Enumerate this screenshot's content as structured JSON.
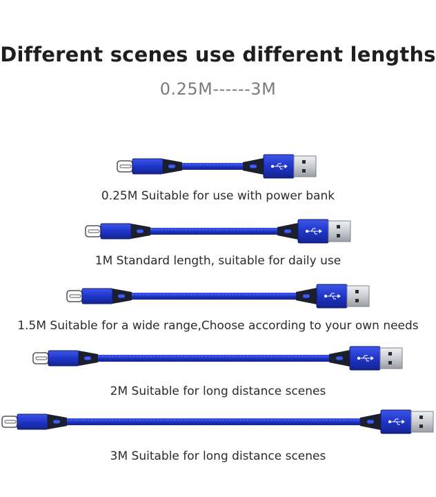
{
  "header": {
    "title": "Different scenes use different lengths",
    "range_label": "0.25M------3M"
  },
  "colors": {
    "cable_blue": "#1f35c8",
    "cable_blue_light": "#3d56e8",
    "connector_dark": "#1c1f2e",
    "metal": "#c9ccd1"
  },
  "cables": [
    {
      "length_label": "0.25M",
      "description": "0.25M  Suitable for use with power bank",
      "relative_length": 0.25
    },
    {
      "length_label": "1M",
      "description": "1M  Standard length, suitable for daily use",
      "relative_length": 1
    },
    {
      "length_label": "1.5M",
      "description": "1.5M  Suitable for a wide range,Choose according to your own needs",
      "relative_length": 1.5
    },
    {
      "length_label": "2M",
      "description": "2M  Suitable for long distance scenes",
      "relative_length": 2
    },
    {
      "length_label": "3M",
      "description": "3M  Suitable for long distance scenes",
      "relative_length": 3
    }
  ]
}
